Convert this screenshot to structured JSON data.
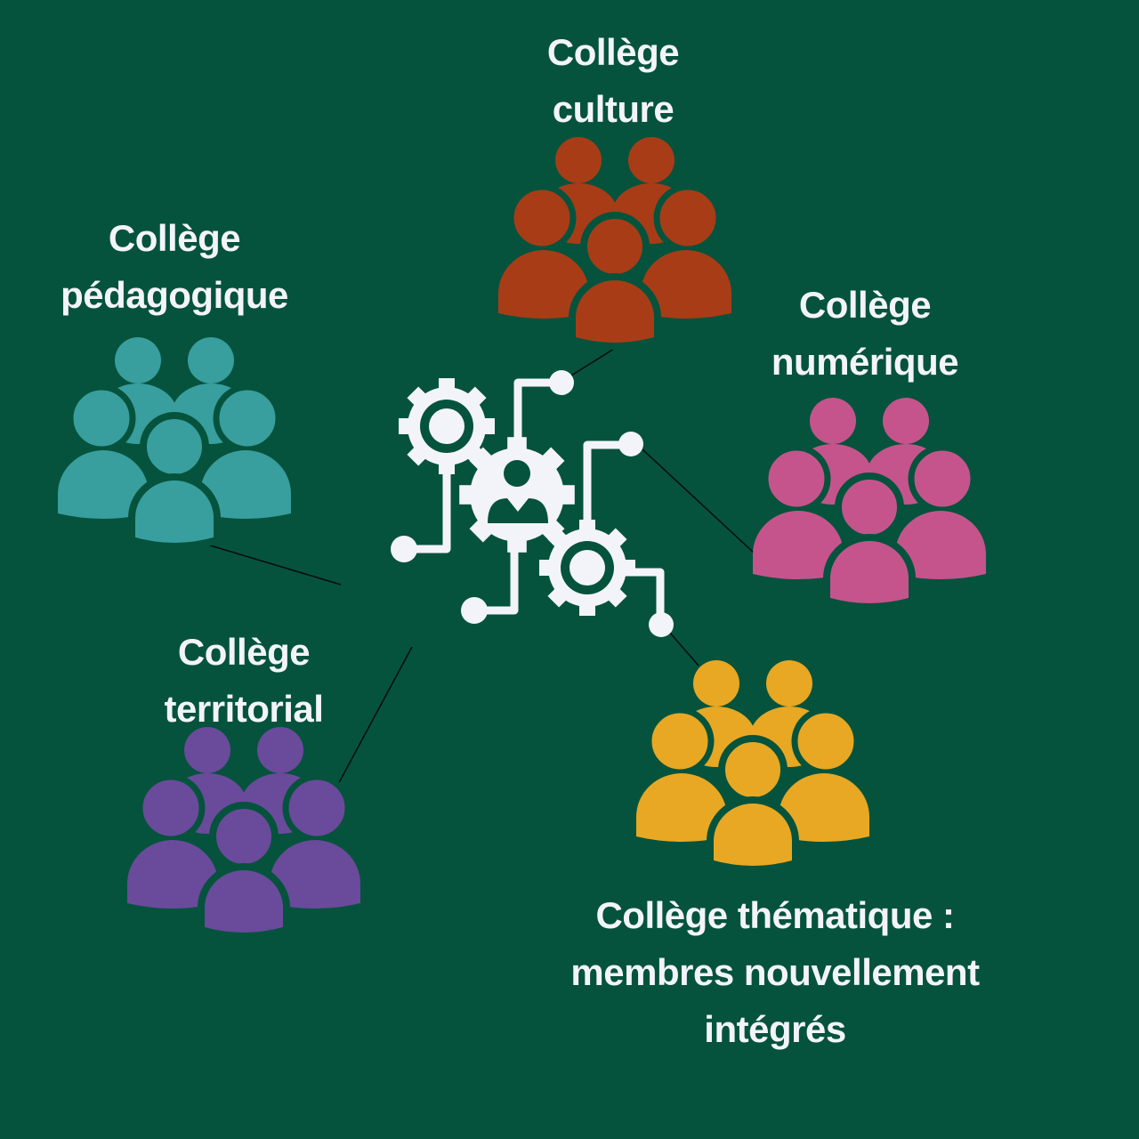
{
  "background_color": "#05533C",
  "icon_color": "#F3F4FA",
  "hub": {
    "icon": "gears-network-person-icon"
  },
  "groups": [
    {
      "id": "culture",
      "lines": [
        "Collège",
        "culture"
      ],
      "color": "#A83C17",
      "icon": "people-group-icon"
    },
    {
      "id": "pedagogique",
      "lines": [
        "Collège",
        "pédagogique"
      ],
      "color": "#389E9E",
      "icon": "people-group-icon"
    },
    {
      "id": "numerique",
      "lines": [
        "Collège",
        "numérique"
      ],
      "color": "#C5548C",
      "icon": "people-group-icon"
    },
    {
      "id": "territorial",
      "lines": [
        "Collège",
        "territorial"
      ],
      "color": "#6A4A9B",
      "icon": "people-group-icon"
    },
    {
      "id": "thematique",
      "lines": [
        "Collège thématique :",
        "membres nouvellement",
        "intégrés"
      ],
      "color": "#E8A823",
      "icon": "people-group-icon"
    }
  ]
}
